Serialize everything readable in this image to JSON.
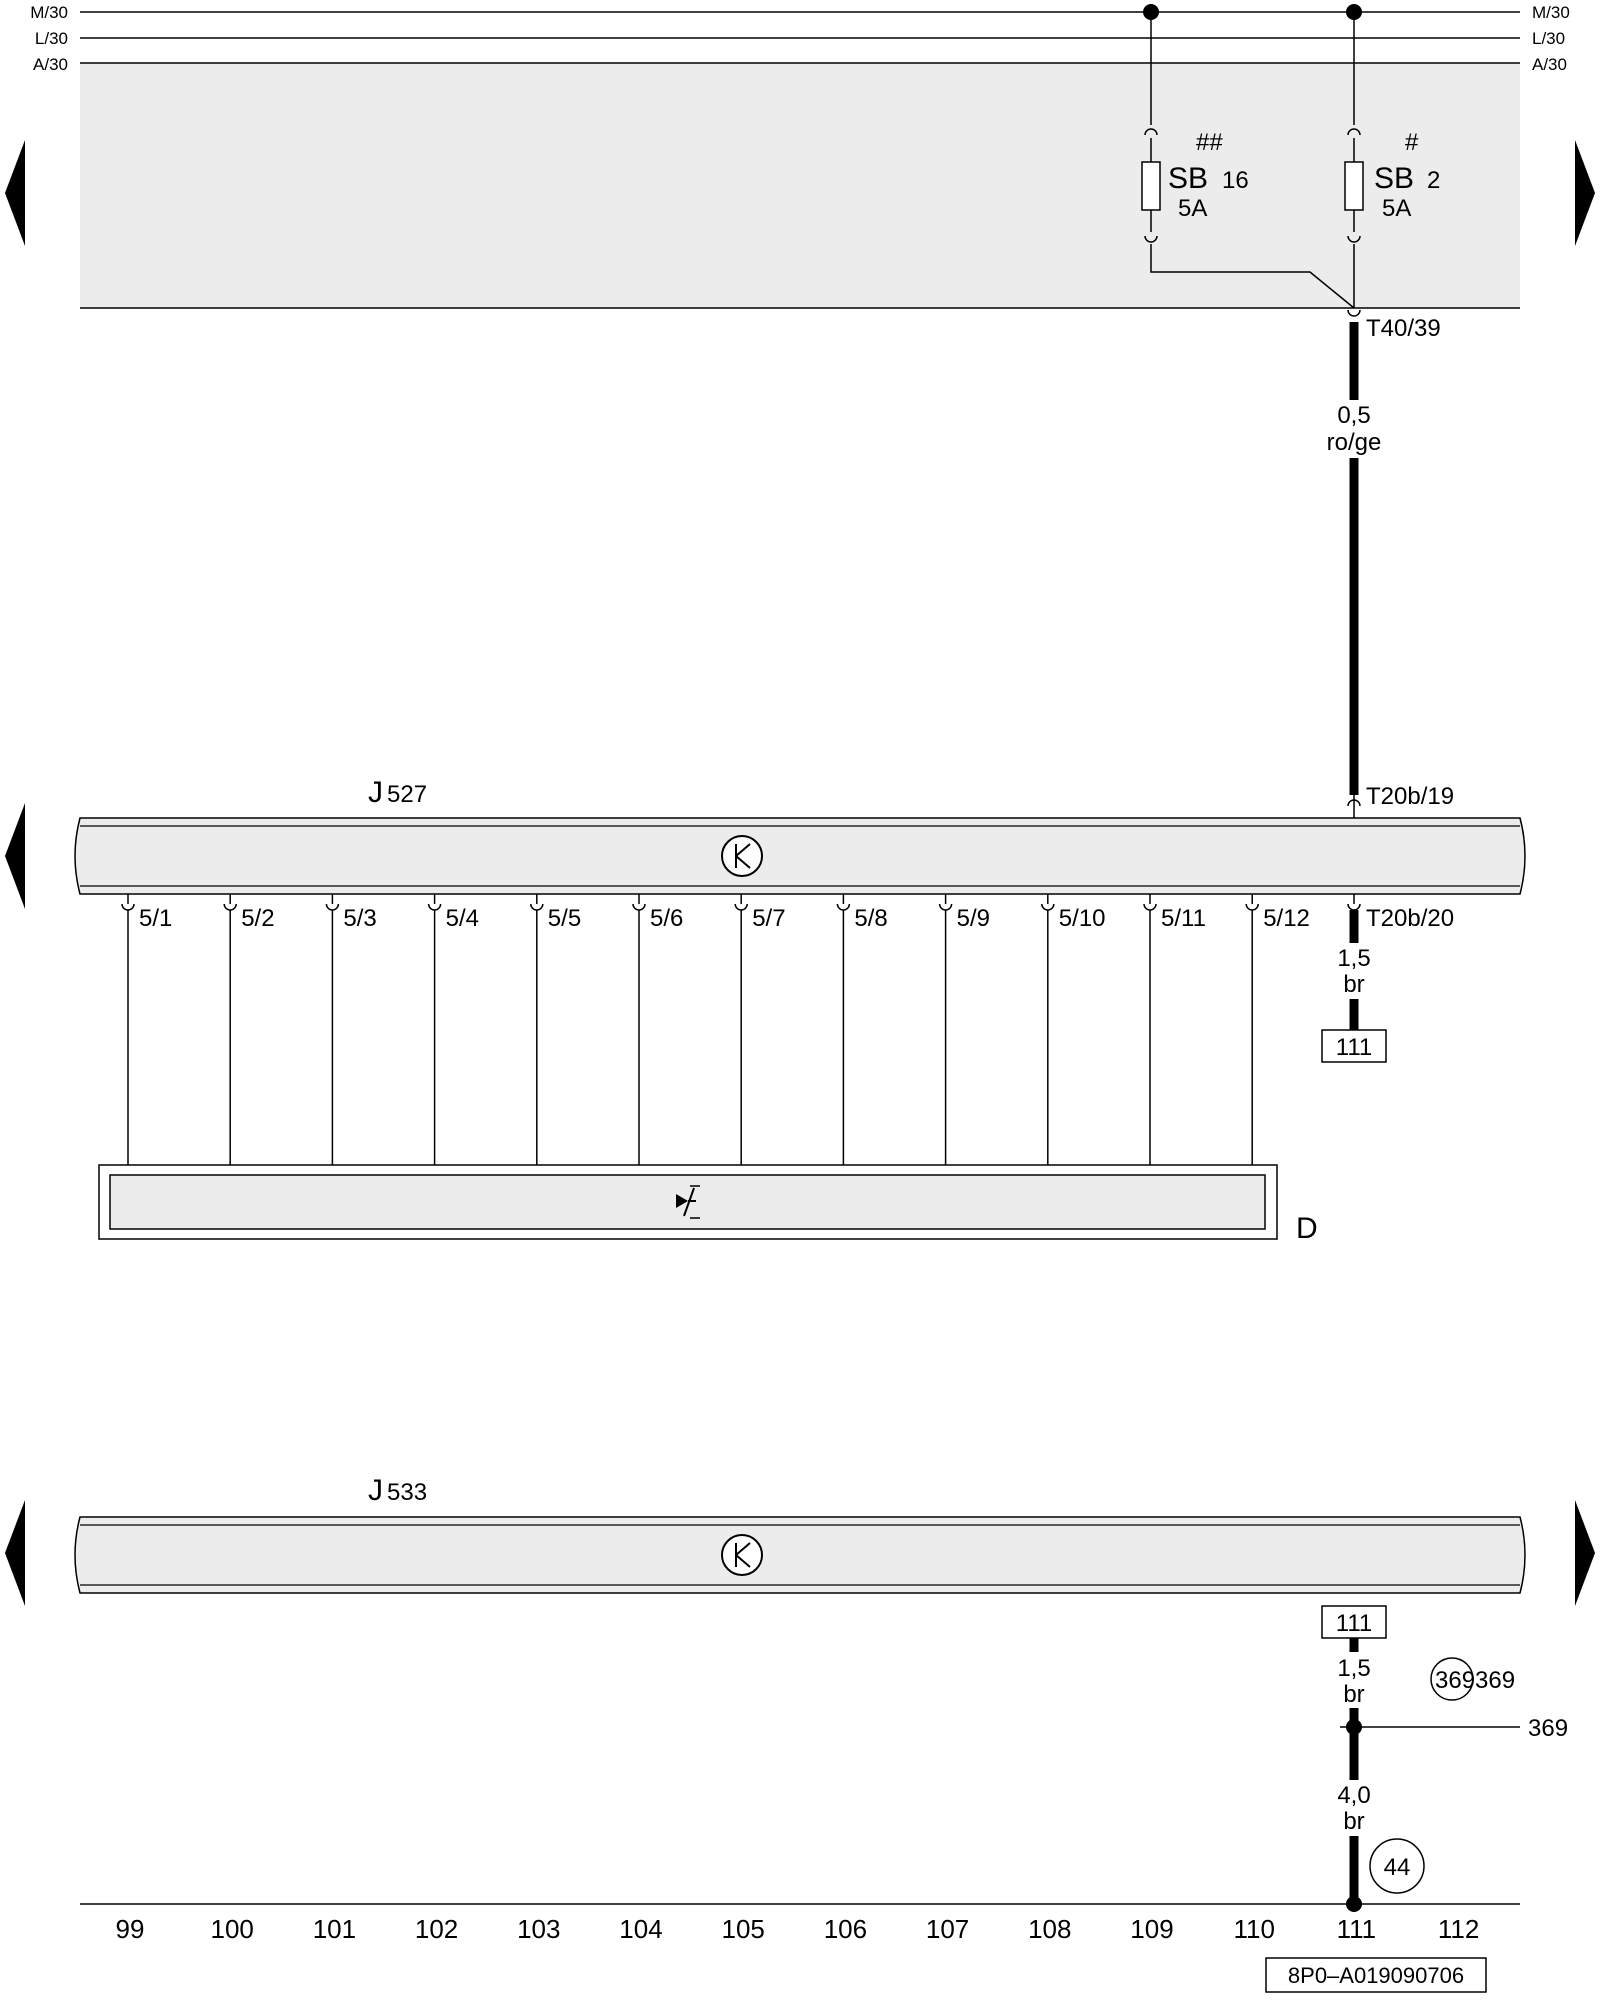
{
  "rails": [
    {
      "left": "M/30",
      "right": "M/30"
    },
    {
      "left": "L/30",
      "right": "L/30"
    },
    {
      "left": "A/30",
      "right": "A/30"
    }
  ],
  "fuses": [
    {
      "mark": "##",
      "name": "SB",
      "number": "16",
      "rating": "5A"
    },
    {
      "mark": "#",
      "name": "SB",
      "number": "2",
      "rating": "5A"
    }
  ],
  "connectors": {
    "t40_39": "T40/39",
    "t20b_19": "T20b/19",
    "t20b_20": "T20b/20"
  },
  "wires": {
    "supply": {
      "size": "0,5",
      "color": "ro/ge"
    },
    "ground_upper": {
      "size": "1,5",
      "color": "br"
    },
    "ground_lower_a": {
      "size": "1,5",
      "color": "br"
    },
    "ground_lower_b": {
      "size": "4,0",
      "color": "br"
    }
  },
  "components": {
    "j527": {
      "letter": "J",
      "number": "527"
    },
    "j533": {
      "letter": "J",
      "number": "533"
    },
    "d": "D"
  },
  "pins": [
    "5/1",
    "5/2",
    "5/3",
    "5/4",
    "5/5",
    "5/6",
    "5/7",
    "5/8",
    "5/9",
    "5/10",
    "5/11",
    "5/12"
  ],
  "refs": {
    "box_upper": "111",
    "box_lower": "111",
    "circle_369": "369",
    "label_369_a": "369",
    "label_369_b": "369",
    "circle_44": "44"
  },
  "columns": [
    "99",
    "100",
    "101",
    "102",
    "103",
    "104",
    "105",
    "106",
    "107",
    "108",
    "109",
    "110",
    "111",
    "112"
  ],
  "footer_code": "8P0–A019090706",
  "icon_names": [
    "transistor-icon",
    "switch-icon",
    "nav-arrow-icon"
  ]
}
